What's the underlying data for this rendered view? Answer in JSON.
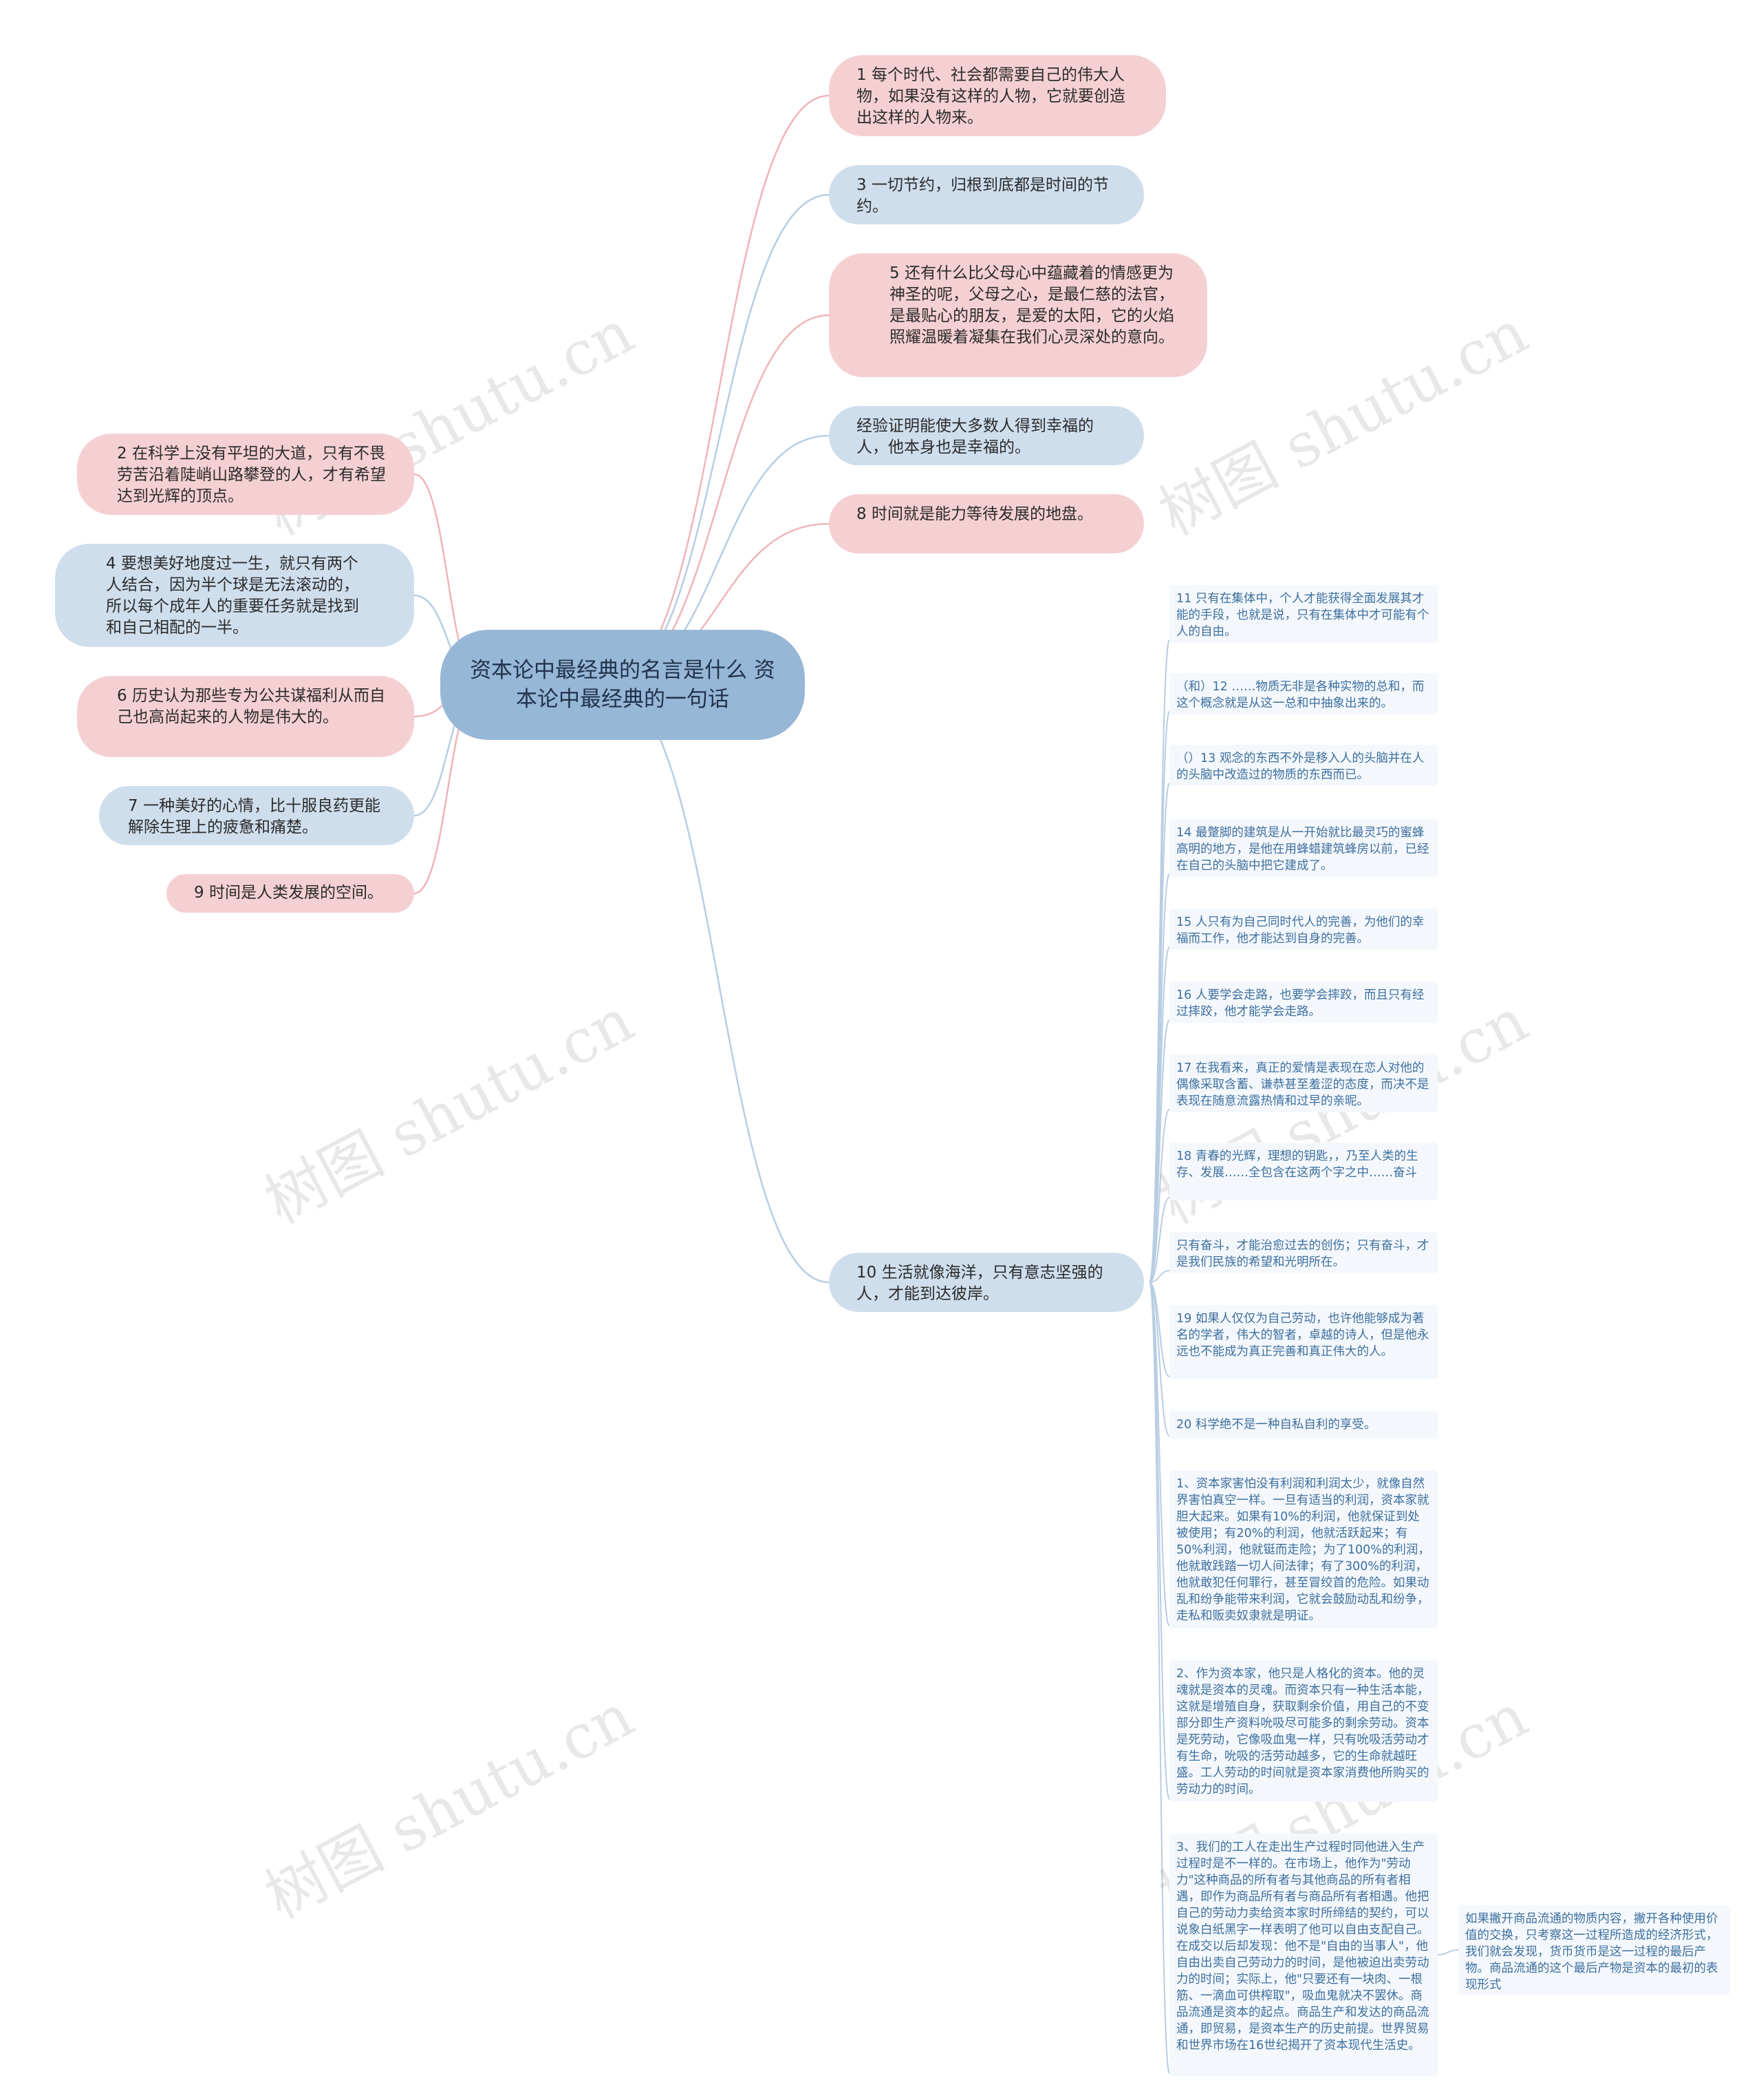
{
  "root": {
    "text": "资本论中最经典的名言是什么  资本论中最经典的一句话"
  },
  "right_branches": [
    {
      "text": "1    每个时代、社会都需要自己的伟大人物，如果没有这样的人物，它就要创造出这样的人物来。"
    },
    {
      "text": "3    一切节约，归根到底都是时间的节约。"
    },
    {
      "text": "5    还有什么比父母心中蕴藏着的情感更为神圣的呢，父母之心，是最仁慈的法官，是最贴心的朋友，是爱的太阳，它的火焰照耀温暖着凝集在我们心灵深处的意向。"
    },
    {
      "text": "经验证明能使大多数人得到幸福的人，他本身也是幸福的。"
    },
    {
      "text": "8    时间就是能力等待发展的地盘。"
    },
    {
      "text": "10    生活就像海洋，只有意志坚强的人，才能到达彼岸。"
    }
  ],
  "left_branches": [
    {
      "text": "2    在科学上没有平坦的大道，只有不畏劳苦沿着陡峭山路攀登的人，才有希望达到光辉的顶点。"
    },
    {
      "text": "4    要想美好地度过一生，就只有两个人结合，因为半个球是无法滚动的，所以每个成年人的重要任务就是找到和自己相配的一半。"
    },
    {
      "text": "6    历史认为那些专为公共谋福利从而自己也高尚起来的人物是伟大的。"
    },
    {
      "text": "7    一种美好的心情，比十服良药更能解除生理上的疲惫和痛楚。"
    },
    {
      "text": "9    时间是人类发展的空间。"
    }
  ],
  "leaves": [
    {
      "text": "11    只有在集体中，个人才能获得全面发展其才能的手段，也就是说，只有在集体中才可能有个人的自由。"
    },
    {
      "text": "（和）12    ……物质无非是各种实物的总和，而这个概念就是从这一总和中抽象出来的。"
    },
    {
      "text": "（）13    观念的东西不外是移入人的头脑并在人的头脑中改造过的物质的东西而已。"
    },
    {
      "text": "14    最蹩脚的建筑是从一开始就比最灵巧的蜜蜂高明的地方，是他在用蜂蜡建筑蜂房以前，已经在自己的头脑中把它建成了。"
    },
    {
      "text": "15    人只有为自己同时代人的完善，为他们的幸福而工作，他才能达到自身的完善。"
    },
    {
      "text": "16    人要学会走路，也要学会摔跤，而且只有经过摔跤，他才能学会走路。"
    },
    {
      "text": "17    在我看来，真正的爱情是表现在恋人对他的偶像采取含蓄、谦恭甚至羞涩的态度，而决不是表现在随意流露热情和过早的亲昵。"
    },
    {
      "text": "18    青春的光辉，理想的钥匙，，乃至人类的生存、发展……全包含在这两个字之中……奋斗"
    },
    {
      "text": "只有奋斗，才能治愈过去的创伤；只有奋斗，才是我们民族的希望和光明所在。"
    },
    {
      "text": "19    如果人仅仅为自己劳动，也许他能够成为著名的学者，伟大的智者，卓越的诗人，但是他永远也不能成为真正完善和真正伟大的人。"
    },
    {
      "text": "20    科学绝不是一种自私自利的享受。"
    },
    {
      "text": "1、资本家害怕没有利润和利润太少，就像自然界害怕真空一样。一旦有适当的利润，资本家就胆大起来。如果有10%的利润，他就保证到处被使用；有20%的利润，他就活跃起来；有50%利润，他就铤而走险；为了100%的利润，他就敢践踏一切人间法律；有了300%的利润，他就敢犯任何罪行，甚至冒绞首的危险。如果动乱和纷争能带来利润，它就会鼓励动乱和纷争，走私和贩卖奴隶就是明证。"
    },
    {
      "text": "2、作为资本家，他只是人格化的资本。他的灵魂就是资本的灵魂。而资本只有一种生活本能，这就是增殖自身，获取剩余价值，用自己的不变部分即生产资料吮吸尽可能多的剩余劳动。资本是死劳动，它像吸血鬼一样，只有吮吸活劳动才有生命，吮吸的活劳动越多，它的生命就越旺盛。工人劳动的时间就是资本家消费他所购买的劳动力的时间。"
    },
    {
      "text": "3、我们的工人在走出生产过程时同他进入生产过程时是不一样的。在市场上，他作为\"劳动力\"这种商品的所有者与其他商品的所有者相遇，即作为商品所有者与商品所有者相遇。他把自己的劳动力卖给资本家时所缔结的契约，可以说象白纸黑字一样表明了他可以自由支配自己。在成交以后却发现：他不是\"自由的当事人\"，他自由出卖自己劳动力的时间，是他被迫出卖劳动力的时间；实际上，他\"只要还有一块肉、一根筋、一滴血可供榨取\"，吸血鬼就决不罢休。商品流通是资本的起点。商品生产和发达的商品流通，即贸易，是资本生产的历史前提。世界贸易和世界市场在16世纪揭开了资本现代生活史。"
    }
  ],
  "sub_leaf": {
    "text": "如果撇开商品流通的物质内容，撇开各种使用价值的交换，只考察这一过程所造成的经济形式，我们就会发现，货币货币是这一过程的最后产物。商品流通的这个最后产物是资本的最初的表现形式"
  },
  "watermark": "树图 shutu.cn",
  "colors": {
    "root": "#97b7d7",
    "pink": "#f5d0d3",
    "blue": "#cfdeec",
    "pink_line": "#f0b4b9",
    "blue_line": "#b7cde2",
    "leaf_text": "#3e6f9f"
  }
}
